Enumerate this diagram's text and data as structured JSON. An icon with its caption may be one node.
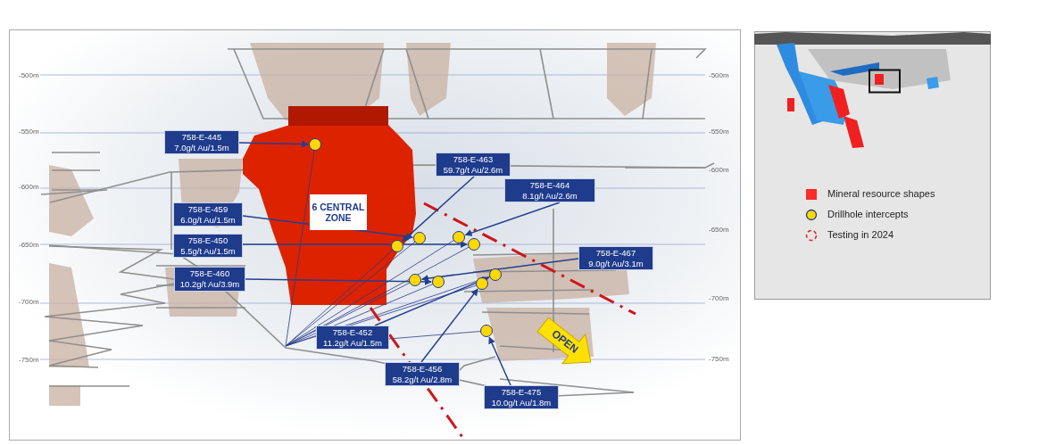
{
  "diagram": {
    "nodes": [
      {
        "text": [
          "758-E-445",
          "7.0g/t Au/1.5m"
        ]
      },
      {
        "text": [
          "758-E-463",
          "59.7g/t Au/2.6m"
        ]
      },
      {
        "text": [
          "758-E-464",
          "8.1g/t Au/2.6m"
        ]
      },
      {
        "text": [
          "758-E-459",
          "6.0g/t Au/1.5m"
        ]
      },
      {
        "text": [
          "758-E-450",
          "5.5g/t Au/1.5m"
        ]
      },
      {
        "text": [
          "758-E-467",
          "9.0g/t Au/3.1m"
        ]
      },
      {
        "text": [
          "758-E-460",
          "10.2g/t Au/3.9m"
        ]
      },
      {
        "text": [
          "758-E-452",
          "11.2g/t Au/1.5m"
        ]
      },
      {
        "text": [
          "758-E-456",
          "58.2g/t Au/2.8m"
        ]
      },
      {
        "text": [
          "758-E-475",
          "10.0g/t Au/1.8m"
        ]
      },
      {
        "text": [
          "6 CENTRAL ZONE"
        ]
      },
      {
        "text": [
          "OPEN"
        ]
      },
      {
        "text": [],
        "shape": "circle"
      },
      {
        "text": [],
        "shape": "circle"
      },
      {
        "text": [],
        "shape": "circle"
      },
      {
        "text": [],
        "shape": "circle"
      },
      {
        "text": [],
        "shape": "circle"
      },
      {
        "text": [],
        "shape": "circle"
      },
      {
        "text": [],
        "shape": "circle"
      },
      {
        "text": [],
        "shape": "circle"
      },
      {
        "text": [],
        "shape": "circle"
      },
      {
        "text": [],
        "shape": "circle"
      }
    ],
    "edges": [
      {
        "from": 0,
        "to": 12,
        "arrow": "to"
      },
      {
        "from": 1,
        "to": 14,
        "arrow": "to"
      },
      {
        "from": 2,
        "to": 15,
        "arrow": "to"
      },
      {
        "from": 3,
        "to": 13,
        "arrow": "to"
      },
      {
        "from": 4,
        "to": 16,
        "arrow": "to"
      },
      {
        "from": 5,
        "to": 17,
        "arrow": "to"
      },
      {
        "from": 6,
        "to": 18,
        "arrow": "to"
      },
      {
        "from": 7,
        "to": 19,
        "arrow": "to"
      },
      {
        "from": 8,
        "to": 20,
        "arrow": "to"
      },
      {
        "from": 9,
        "to": 21,
        "arrow": "to"
      }
    ],
    "labels": [
      "-500m",
      "-500m",
      "-550m",
      "-550m",
      "-600m",
      "-600m",
      "-650m",
      "-650m",
      "-700m",
      "-700m",
      "-750m",
      "-750m"
    ],
    "legend": [
      {
        "text": "Mineral resource shapes",
        "color": "#ff2a2a"
      },
      {
        "text": "Drillhole intercepts"
      },
      {
        "text": "Testing in 2024"
      }
    ]
  }
}
